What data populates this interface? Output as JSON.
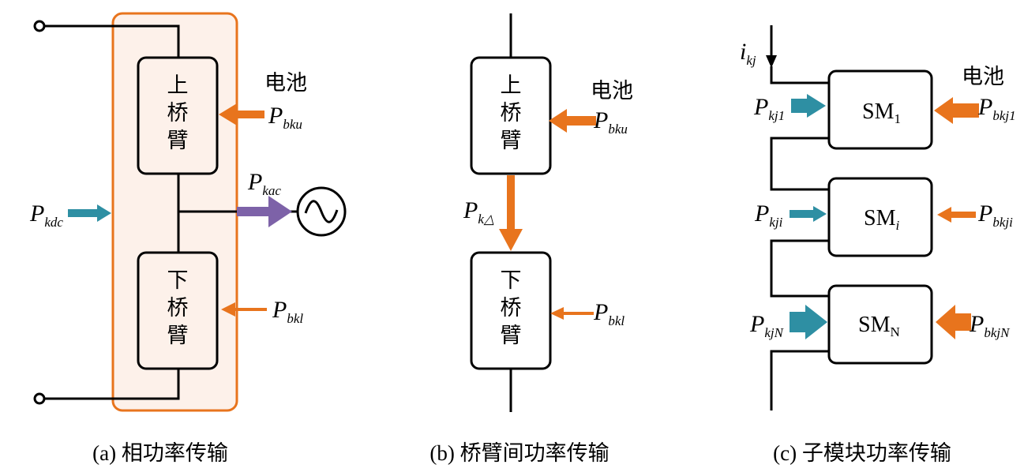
{
  "colors": {
    "orange": "#e8741d",
    "teal": "#2e8fa3",
    "purple": "#7d62a8",
    "phase_fill": "#fdf1ea"
  },
  "panel_a": {
    "upper_arm": [
      "上",
      "桥",
      "臂"
    ],
    "lower_arm": [
      "下",
      "桥",
      "臂"
    ],
    "battery": "电池",
    "p_bku": {
      "main": "P",
      "sub": "bku"
    },
    "p_bkl": {
      "main": "P",
      "sub": "bkl"
    },
    "p_kac": {
      "main": "P",
      "sub": "kac"
    },
    "p_kdc": {
      "main": "P",
      "sub": "kdc"
    },
    "caption": "(a) 相功率传输"
  },
  "panel_b": {
    "upper_arm": [
      "上",
      "桥",
      "臂"
    ],
    "lower_arm": [
      "下",
      "桥",
      "臂"
    ],
    "battery": "电池",
    "p_bku": {
      "main": "P",
      "sub": "bku"
    },
    "p_bkl": {
      "main": "P",
      "sub": "bkl"
    },
    "p_kdelta": {
      "main": "P",
      "sub": "k△"
    },
    "caption": "(b) 桥臂间功率传输"
  },
  "panel_c": {
    "current": {
      "main": "i",
      "sub": "kj"
    },
    "battery": "电池",
    "sm1": {
      "main": "SM",
      "sub": "1"
    },
    "smi": {
      "main": "SM",
      "sub": "i"
    },
    "smn": {
      "main": "SM",
      "sub": "N"
    },
    "p_kj1": {
      "main": "P",
      "sub": "kj1"
    },
    "p_kji": {
      "main": "P",
      "sub": "kji"
    },
    "p_kjn": {
      "main": "P",
      "sub": "kjN"
    },
    "p_bkj1": {
      "main": "P",
      "sub": "bkj1"
    },
    "p_bkji": {
      "main": "P",
      "sub": "bkji"
    },
    "p_bkjn": {
      "main": "P",
      "sub": "bkjN"
    },
    "caption": "(c) 子模块功率传输"
  }
}
